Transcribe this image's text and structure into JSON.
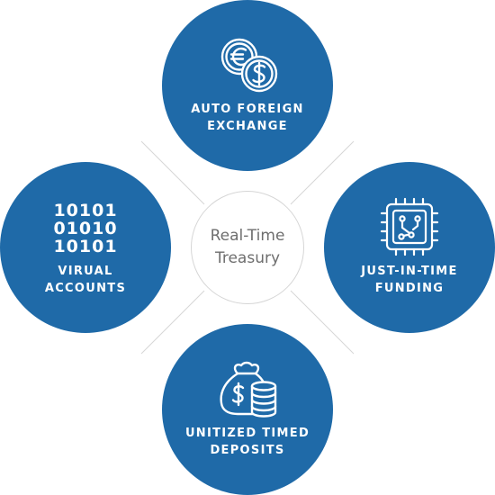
{
  "colors": {
    "node_fill": "#1f6aa8",
    "connector": "#d6d6d6",
    "center_text": "#6e6e6e",
    "label_text": "#ffffff"
  },
  "center": {
    "line1": "Real-Time",
    "line2": "Treasury"
  },
  "nodes": {
    "top": {
      "icon": "currency-exchange-icon",
      "line1": "AUTO FOREIGN",
      "line2": "EXCHANGE"
    },
    "left": {
      "icon": "binary-code-icon",
      "line1": "VIRUAL",
      "line2": "ACCOUNTS",
      "binary": [
        "10101",
        "01010",
        "10101"
      ]
    },
    "right": {
      "icon": "microchip-icon",
      "line1": "JUST-IN-TIME",
      "line2": "FUNDING"
    },
    "bottom": {
      "icon": "money-bag-coins-icon",
      "line1": "UNITIZED TIMED",
      "line2": "DEPOSITS"
    }
  }
}
